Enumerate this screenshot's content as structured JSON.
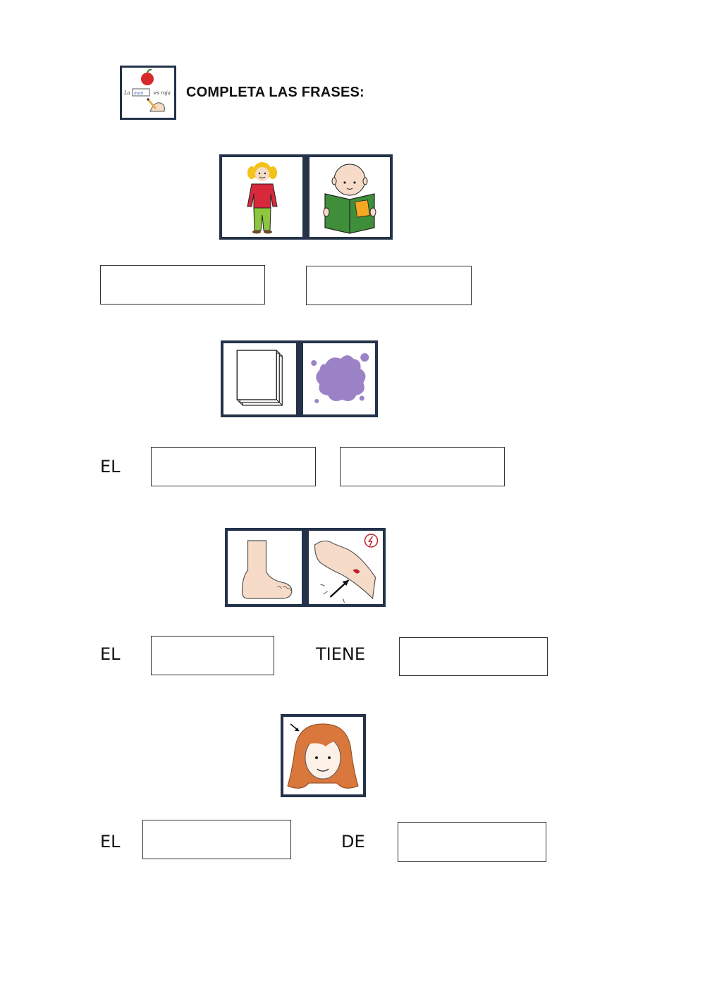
{
  "header": {
    "title": "COMPLETA LAS FRASES:",
    "icon": "write-sentence-icon"
  },
  "exercises": [
    {
      "pictograms": [
        "girl-icon",
        "reading-book-icon"
      ],
      "prefix": "",
      "middle": ""
    },
    {
      "pictograms": [
        "paper-sheets-icon",
        "purple-stain-icon"
      ],
      "prefix": "EL",
      "middle": ""
    },
    {
      "pictograms": [
        "foot-icon",
        "wounded-arm-icon"
      ],
      "prefix": "EL",
      "middle": "TIENE"
    },
    {
      "pictograms": [
        "hair-icon"
      ],
      "prefix": "EL",
      "middle": "DE"
    }
  ],
  "colors": {
    "frame": "#24324a",
    "stain": "#9b82c6",
    "skin": "#f6dcc8",
    "hair": "#d9773c",
    "shirt": "#d8283b",
    "pants": "#8dc63f",
    "book": "#3f8f3a",
    "book_cover": "#f7a823",
    "apple": "#d62a2a"
  }
}
